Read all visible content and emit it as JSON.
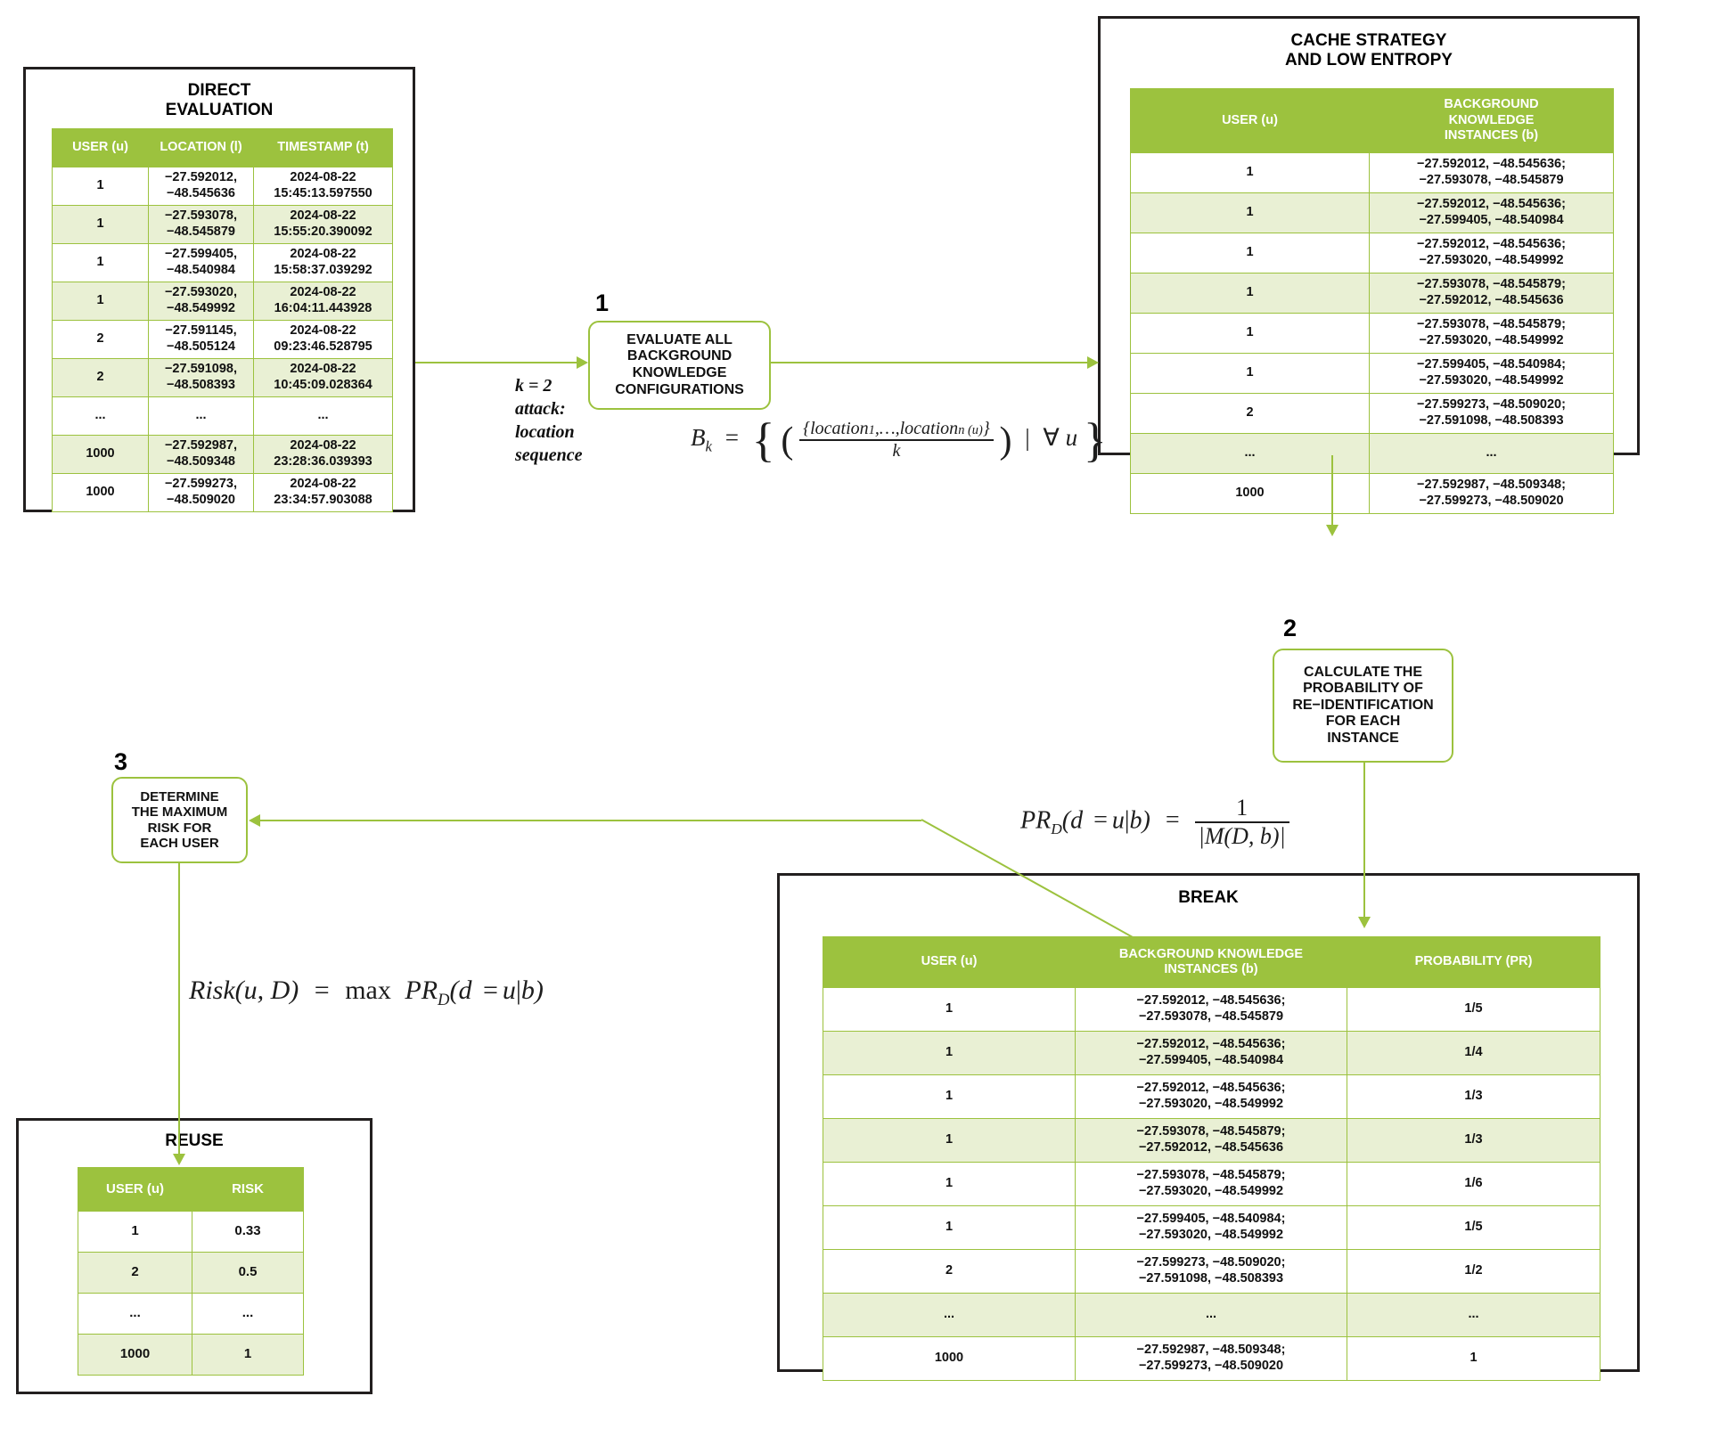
{
  "theme": {
    "green_header": "#9cc23e",
    "green_row_alt": "#e9f0d4",
    "blue_text": "#2a7fe8",
    "frame": "#221f1f"
  },
  "direct_evaluation": {
    "title": "DIRECT\nEVALUATION",
    "columns": [
      "USER (u)",
      "LOCATION (l)",
      "TIMESTAMP (t)"
    ],
    "rows": [
      {
        "user": "1",
        "location": "−27.592012,\n−48.545636",
        "timestamp": "2024-08-22\n15:45:13.597550"
      },
      {
        "user": "1",
        "location": "−27.593078,\n−48.545879",
        "timestamp": "2024-08-22\n15:55:20.390092"
      },
      {
        "user": "1",
        "location": "−27.599405,\n−48.540984",
        "timestamp": "2024-08-22\n15:58:37.039292"
      },
      {
        "user": "1",
        "location": "−27.593020,\n−48.549992",
        "timestamp": "2024-08-22\n16:04:11.443928"
      },
      {
        "user": "2",
        "location": "−27.591145,\n−48.505124",
        "timestamp": "2024-08-22\n09:23:46.528795"
      },
      {
        "user": "2",
        "location": "−27.591098,\n−48.508393",
        "timestamp": "2024-08-22\n10:45:09.028364"
      },
      {
        "user": "...",
        "location": "...",
        "timestamp": "..."
      },
      {
        "user": "1000",
        "location": "−27.592987,\n−48.509348",
        "timestamp": "2024-08-22\n23:28:36.039393"
      },
      {
        "user": "1000",
        "location": "−27.599273,\n−48.509020",
        "timestamp": "2024-08-22\n23:34:57.903088"
      }
    ]
  },
  "cache_strategy": {
    "title": "CACHE STRATEGY\nAND LOW ENTROPY",
    "columns": [
      "USER (u)",
      "BACKGROUND\nKNOWLEDGE\nINSTANCES (b)"
    ],
    "rows": [
      {
        "user": "1",
        "instances": "−27.592012,  −48.545636;\n−27.593078, −48.545879"
      },
      {
        "user": "1",
        "instances": "−27.592012,  −48.545636;\n−27.599405, −48.540984"
      },
      {
        "user": "1",
        "instances": "−27.592012,  −48.545636;\n−27.593020, −48.549992"
      },
      {
        "user": "1",
        "instances": "−27.593078, −48.545879;\n−27.592012, −48.545636"
      },
      {
        "user": "1",
        "instances": "−27.593078, −48.545879;\n−27.593020, −48.549992"
      },
      {
        "user": "1",
        "instances": "−27.599405, −48.540984;\n−27.593020, −48.549992"
      },
      {
        "user": "2",
        "instances": "−27.599273, −48.509020;\n−27.591098, −48.508393"
      },
      {
        "user": "...",
        "instances": "..."
      },
      {
        "user": "1000",
        "instances": "−27.592987, −48.509348;\n−27.599273, −48.509020"
      }
    ]
  },
  "break_panel": {
    "title": "BREAK",
    "columns": [
      "USER (u)",
      "BACKGROUND KNOWLEDGE\nINSTANCES (b)",
      "PROBABILITY (PR)"
    ],
    "rows": [
      {
        "user": "1",
        "instances": "−27.592012,  −48.545636;\n−27.593078, −48.545879",
        "probability": "1/5"
      },
      {
        "user": "1",
        "instances": "−27.592012,  −48.545636;\n−27.599405, −48.540984",
        "probability": "1/4"
      },
      {
        "user": "1",
        "instances": "−27.592012,  −48.545636;\n−27.593020, −48.549992",
        "probability": "1/3"
      },
      {
        "user": "1",
        "instances": "−27.593078, −48.545879;\n−27.592012, −48.545636",
        "probability": "1/3"
      },
      {
        "user": "1",
        "instances": "−27.593078, −48.545879;\n−27.593020, −48.549992",
        "probability": "1/6"
      },
      {
        "user": "1",
        "instances": "−27.599405, −48.540984;\n−27.593020, −48.549992",
        "probability": "1/5"
      },
      {
        "user": "2",
        "instances": "−27.599273, −48.509020;\n−27.591098, −48.508393",
        "probability": "1/2"
      },
      {
        "user": "...",
        "instances": "...",
        "probability": "..."
      },
      {
        "user": "1000",
        "instances": "−27.592987, −48.509348;\n−27.599273, −48.509020",
        "probability": "1"
      }
    ]
  },
  "reuse": {
    "title": "REUSE",
    "columns": [
      "USER (u)",
      "RISK"
    ],
    "rows": [
      {
        "user": "1",
        "risk": "0.33"
      },
      {
        "user": "2",
        "risk": "0.5"
      },
      {
        "user": "...",
        "risk": "..."
      },
      {
        "user": "1000",
        "risk": "1"
      }
    ]
  },
  "steps": [
    {
      "number": "1",
      "label": "EVALUATE ALL\nBACKGROUND\nKNOWLEDGE\nCONFIGURATIONS"
    },
    {
      "number": "2",
      "label": "CALCULATE THE\nPROBABILITY OF\nRE−IDENTIFICATION\nFOR EACH\nINSTANCE"
    },
    {
      "number": "3",
      "label": "DETERMINE\nTHE MAXIMUM\nRISK FOR\nEACH USER"
    }
  ],
  "annotations": {
    "attack_label": "k = 2\nattack:\nlocation\nsequence"
  },
  "formulas": {
    "bk": "B_k = { ( {location_1,…,location_n(u)} / k ) | ∀ u }",
    "pr": "PR_D(d = u|b) = 1 / |M(D,b)|",
    "risk": "Risk(u, D) = max PR_D(d = u|b)"
  }
}
